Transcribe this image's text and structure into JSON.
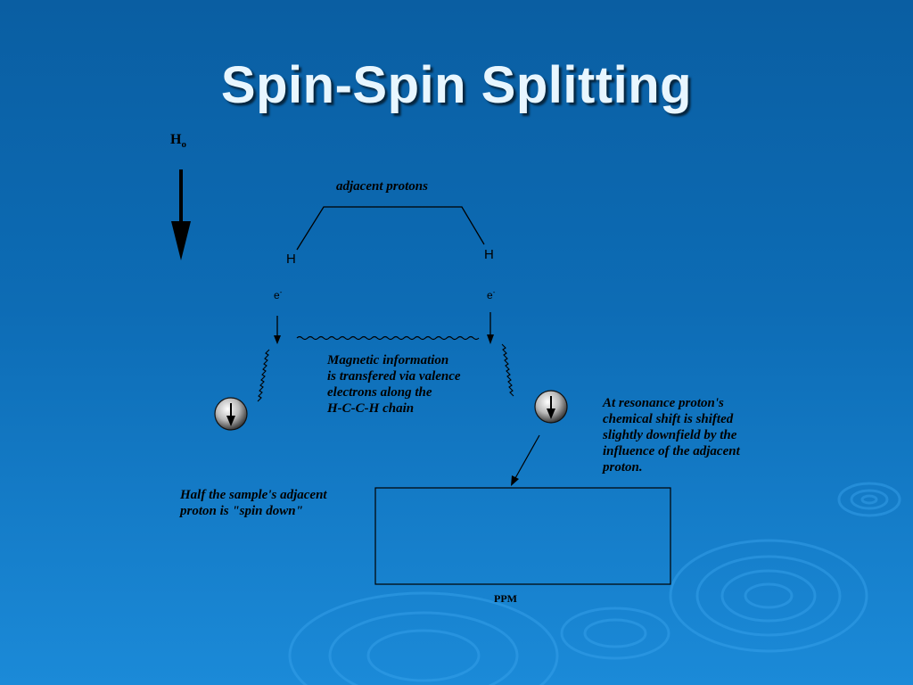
{
  "slide": {
    "title": "Spin-Spin Splitting",
    "field_label_main": "H",
    "field_label_sub": "o",
    "adjacent_label": "adjacent protons",
    "h_left": "H",
    "h_right": "H",
    "electron": "e",
    "electron_sup": "-",
    "magnetic_lines": [
      "Magnetic information",
      "is transfered via valence",
      "electrons along the",
      "H-C-C-H  chain"
    ],
    "resonance_lines": [
      "At resonance proton's",
      "chemical shift is shifted",
      "slightly downfield by the",
      "influence of the adjacent",
      "proton."
    ],
    "half_lines": [
      "Half the sample's adjacent",
      "proton is \"spin down\""
    ],
    "ppm_label": "PPM"
  },
  "colors": {
    "background_top": "#0a5ea2",
    "background_bottom": "#1b8ad8",
    "title": "#e8f6ff",
    "ink": "#000000"
  }
}
